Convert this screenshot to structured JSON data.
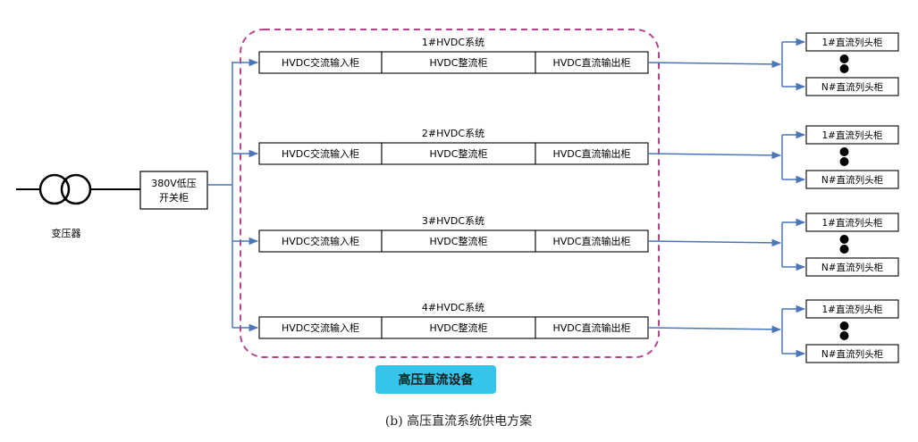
{
  "transformer": {
    "label": "变压器"
  },
  "switchgear": {
    "line1": "380V低压",
    "line2": "开关柜"
  },
  "colors": {
    "wire": "#4a76b8",
    "line": "#000000",
    "group_border": "#b8448f",
    "equipment_badge": "#35c4ea"
  },
  "hvdc_systems": [
    {
      "title": "1#HVDC系统",
      "cabinets": [
        "HVDC交流输入柜",
        "HVDC整流柜",
        "HVDC直流输出柜"
      ]
    },
    {
      "title": "2#HVDC系统",
      "cabinets": [
        "HVDC交流输入柜",
        "HVDC整流柜",
        "HVDC直流输出柜"
      ]
    },
    {
      "title": "3#HVDC系统",
      "cabinets": [
        "HVDC交流输入柜",
        "HVDC整流柜",
        "HVDC直流输出柜"
      ]
    },
    {
      "title": "4#HVDC系统",
      "cabinets": [
        "HVDC交流输入柜",
        "HVDC整流柜",
        "HVDC直流输出柜"
      ]
    }
  ],
  "column_head": {
    "first": "1#直流列头柜",
    "last": "N#直流列头柜"
  },
  "equipment_label": "高压直流设备",
  "caption": "(b) 高压直流系统供电方案"
}
